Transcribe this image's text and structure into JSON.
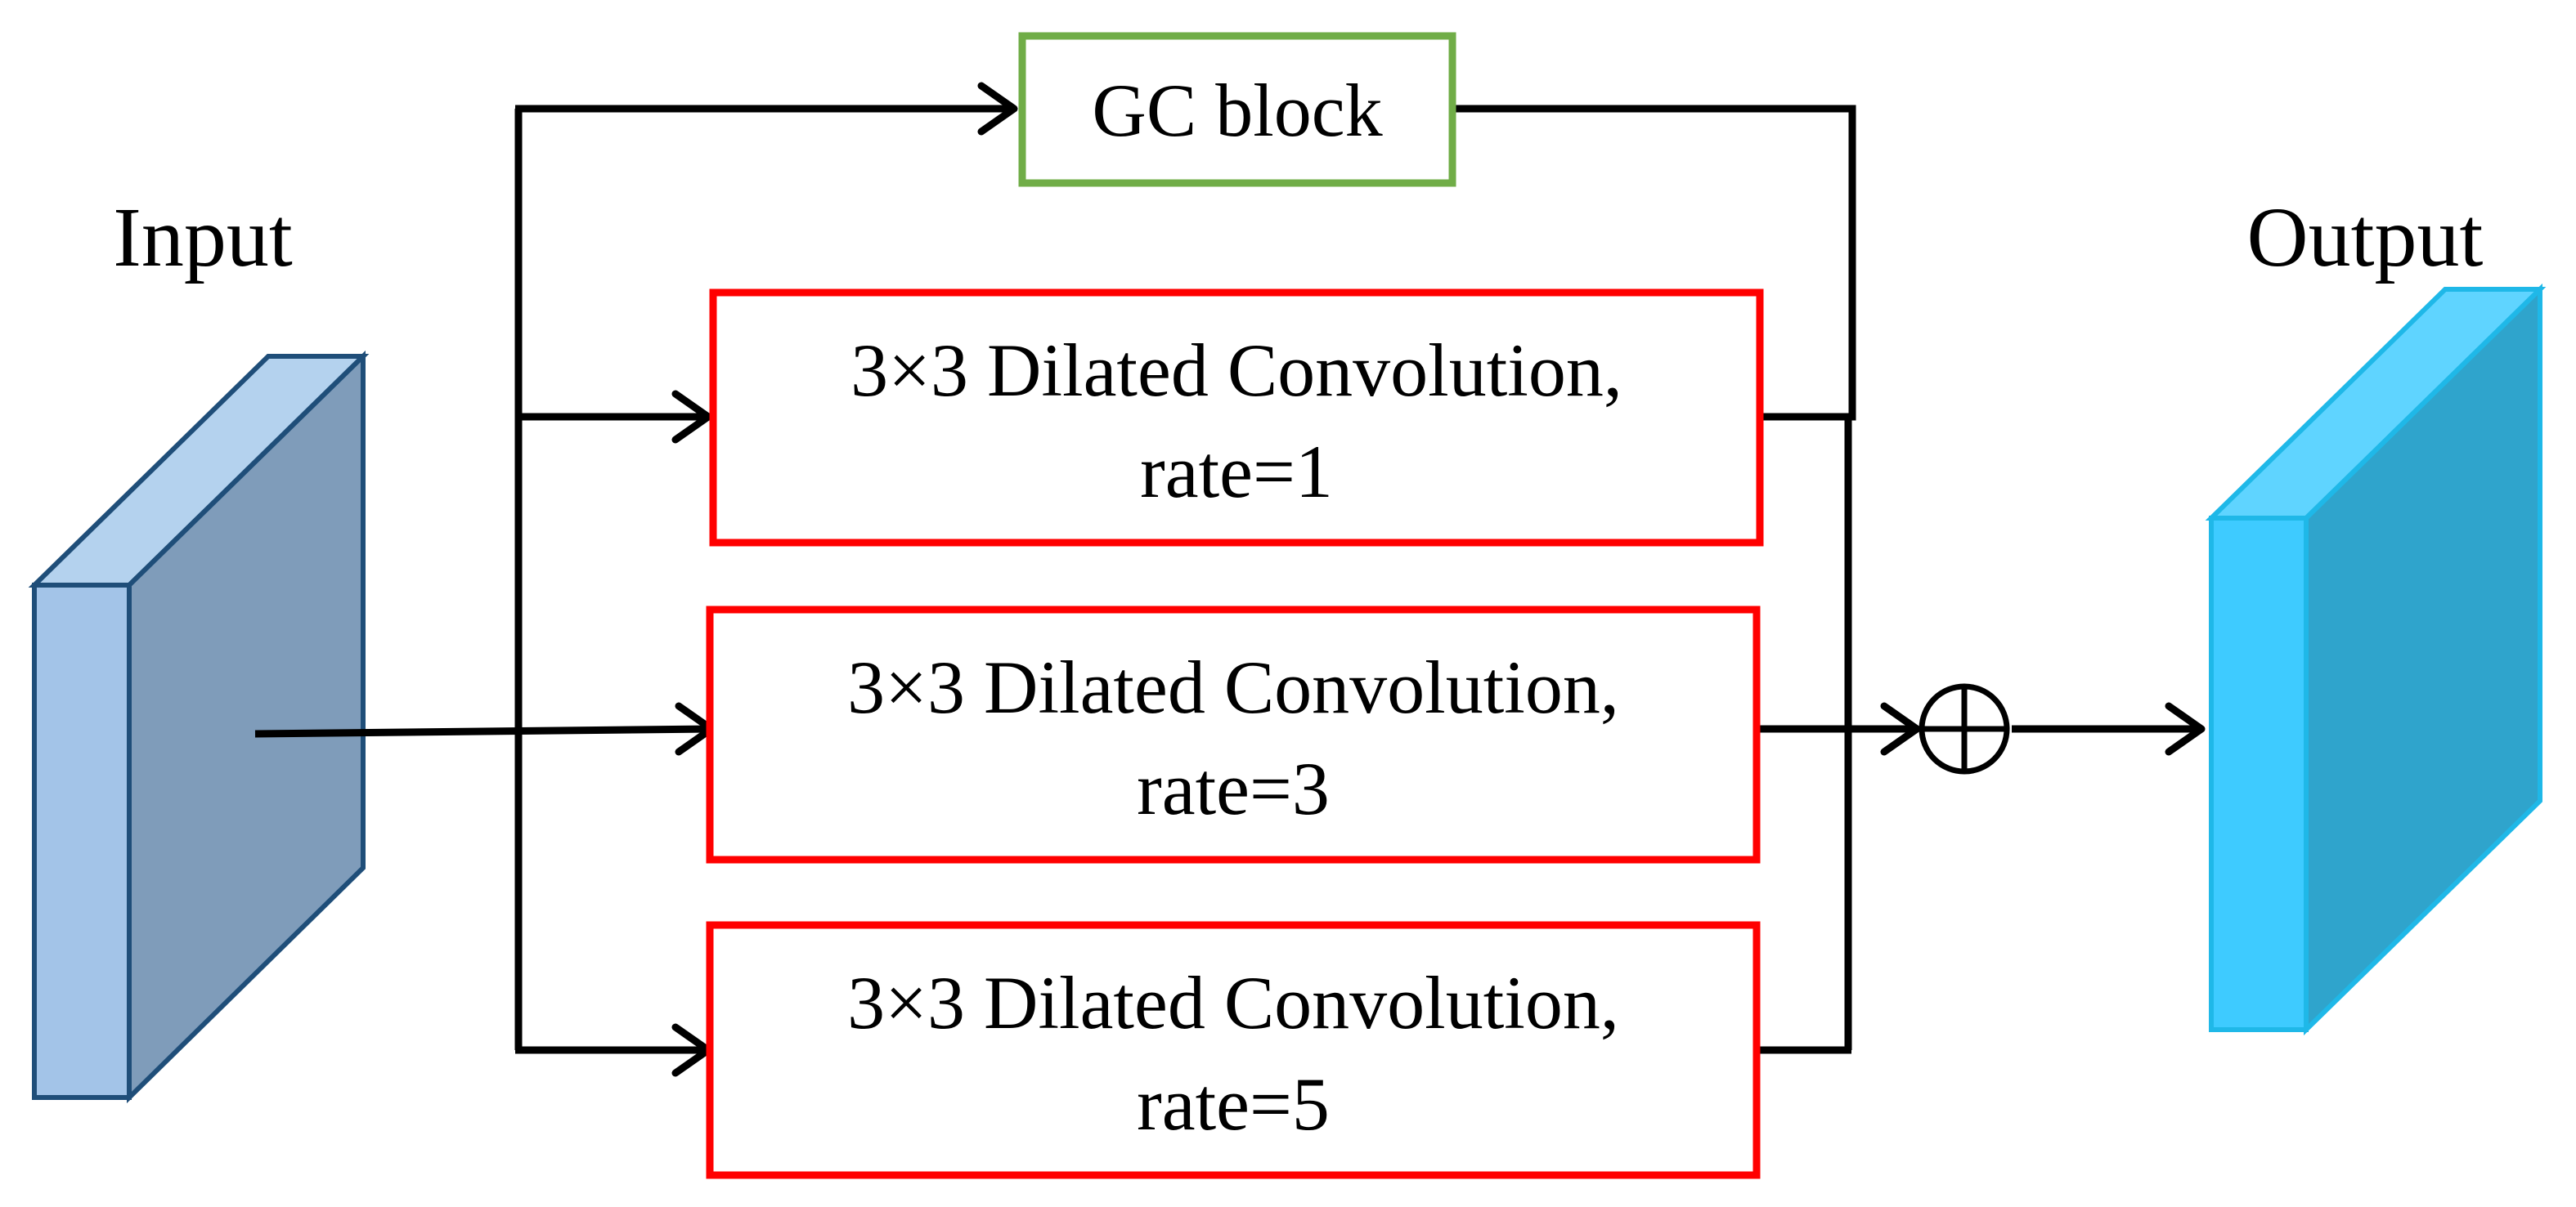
{
  "input_label": "Input",
  "output_label": "Output",
  "gc_block": {
    "label": "GC block",
    "border_color": "#70ad47"
  },
  "conv_blocks": [
    {
      "line1": "3×3 Dilated Convolution,",
      "line2": "rate=1"
    },
    {
      "line1": "3×3 Dilated Convolution,",
      "line2": "rate=3"
    },
    {
      "line1": "3×3 Dilated Convolution,",
      "line2": "rate=5"
    }
  ],
  "colors": {
    "conv_border": "#ff0000",
    "input_front": "#a3c4e8",
    "input_top": "#b4d2ee",
    "input_side": "#7f9cba",
    "input_edge": "#1f4e79",
    "output_front": "#3ecbff",
    "output_top": "#5fd4ff",
    "output_side": "#2fa4cc",
    "output_edge": "#1fb8e8"
  },
  "sum_symbol": "sum-circle-plus-icon"
}
